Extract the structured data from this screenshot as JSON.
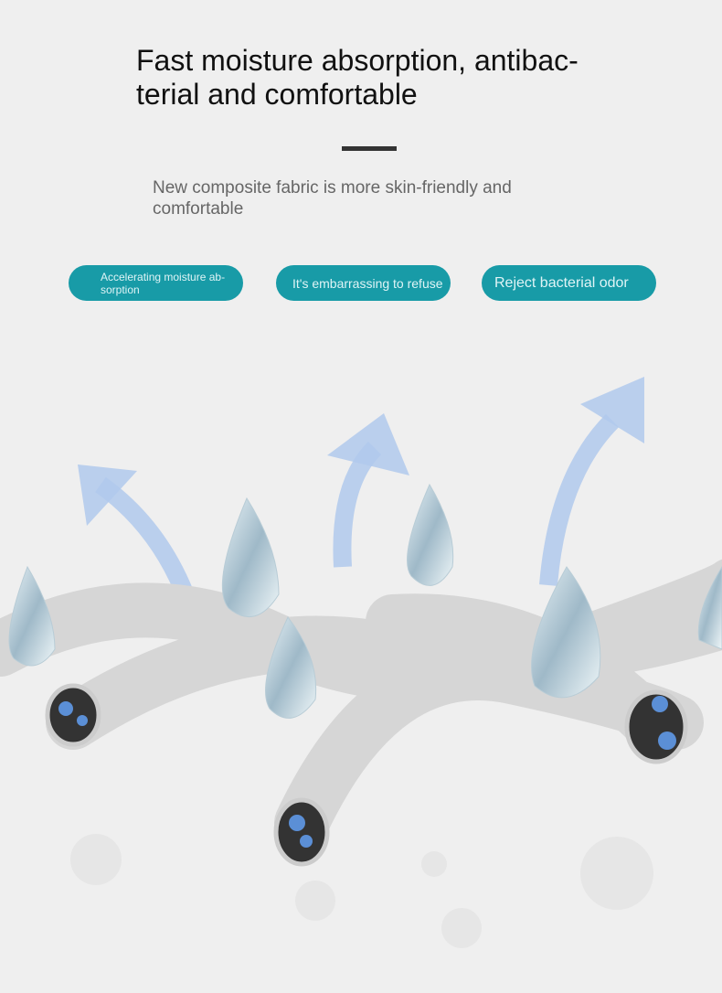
{
  "header": {
    "title": "Fast moisture absorption, antibac-terial and comfortable",
    "subtitle": "New composite fabric is more skin-friendly and comfortable"
  },
  "features": [
    {
      "label": "Accelerating moisture ab-sorption"
    },
    {
      "label": "It's embarrassing to refuse"
    },
    {
      "label": "Reject bacterial odor"
    }
  ],
  "colors": {
    "accent": "#189ba7",
    "arrow": "#a9c4ea",
    "fiber": "#d9d9d9"
  }
}
